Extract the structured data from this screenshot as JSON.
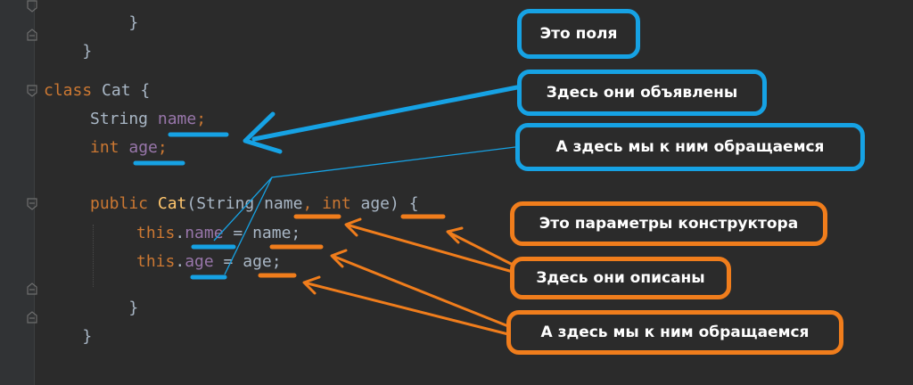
{
  "code": {
    "line1": "}",
    "line2": "}",
    "class_kw": "class",
    "class_rest": " Cat {",
    "field1_type": "String",
    "field1_name": "name",
    "field1_semi": ";",
    "field2_type": "int",
    "field2_name": "age",
    "field2_semi": ";",
    "ctor_public": "public",
    "ctor_name": "Cat",
    "ctor_open": "(String ",
    "ctor_p1": "name",
    "ctor_comma": ", ",
    "ctor_int": "int",
    "ctor_p2": " age",
    "ctor_close": ") {",
    "this1_kw": "this",
    "this1_dot": ".",
    "this1_field": "name",
    "this1_rest": " = name;",
    "this2_kw": "this",
    "this2_dot": ".",
    "this2_field": "age",
    "this2_rest": " = age;",
    "close_inner": "}",
    "close_outer": "}"
  },
  "annotations": {
    "fields": "Это поля",
    "declared": "Здесь они объявлены",
    "accessed_fields": "А здесь мы к ним обращаемся",
    "ctor_params": "Это параметры конструктора",
    "described": "Здесь они описаны",
    "accessed_params": "А здесь мы к ним обращаемся"
  },
  "colors": {
    "background": "#2b2b2b",
    "keyword": "#cc7832",
    "field": "#9876aa",
    "class_name": "#ffc66d",
    "plain": "#a9b7c6",
    "blue_annotation": "#16a2e4",
    "orange_annotation": "#f07d1c"
  }
}
